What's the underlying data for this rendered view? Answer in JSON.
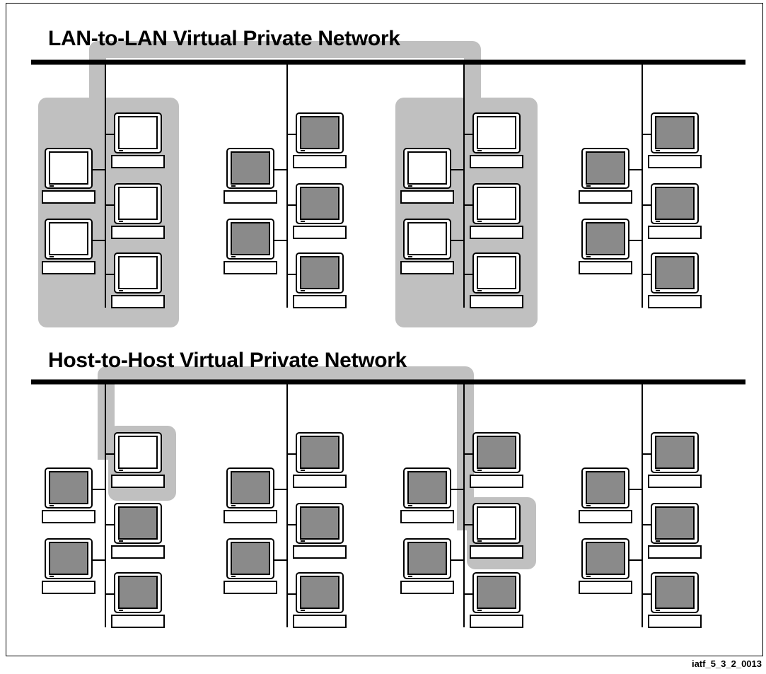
{
  "diagrams": [
    {
      "title": "LAN-to-LAN Virtual Private Network",
      "vpn_type": "lan-to-lan",
      "lans": [
        {
          "members": "all",
          "in_vpn": true
        },
        {
          "members": "none",
          "in_vpn": false
        },
        {
          "members": "all",
          "in_vpn": true
        },
        {
          "members": "none",
          "in_vpn": false
        }
      ]
    },
    {
      "title": "Host-to-Host Virtual Private Network",
      "vpn_type": "host-to-host",
      "lans": [
        {
          "members": "top-right-host",
          "in_vpn": true
        },
        {
          "members": "none",
          "in_vpn": false
        },
        {
          "members": "middle-right-host",
          "in_vpn": true
        },
        {
          "members": "none",
          "in_vpn": false
        }
      ]
    }
  ],
  "footer_label": "iatf_5_3_2_0013",
  "colors": {
    "vpn_highlight": "#c0c0c0",
    "screen_outside_vpn": "#8a8a8a",
    "screen_inside_vpn": "#ffffff",
    "line": "#000000"
  }
}
